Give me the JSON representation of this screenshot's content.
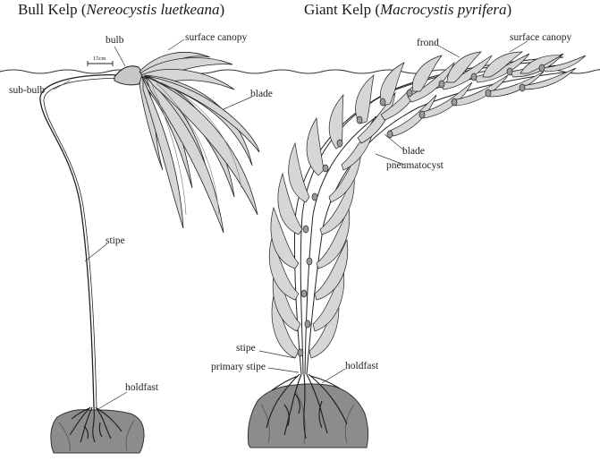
{
  "titles": {
    "bull": {
      "common": "Bull Kelp",
      "open": "(",
      "latin": "Nereocystis luetkeana",
      "close": ")"
    },
    "giant": {
      "common": "Giant Kelp",
      "open": "(",
      "latin": "Macrocystis pyrifera",
      "close": ")"
    }
  },
  "bull_labels": {
    "bulb": "bulb",
    "scale": "15cm",
    "sub_bulb": "sub-bulb",
    "surface_canopy": "surface canopy",
    "blade": "blade",
    "stipe": "stipe",
    "holdfast": "holdfast"
  },
  "giant_labels": {
    "frond": "frond",
    "surface_canopy": "surface canopy",
    "blade": "blade",
    "pneumatocyst": "pneumatocyst",
    "stipe": "stipe",
    "primary_stipe": "primary stipe",
    "holdfast": "holdfast"
  },
  "colors": {
    "ink": "#222222",
    "blade_fill": "#d6d6d6",
    "blade_dark": "#9a9a9a",
    "rock_fill": "#8c8c8c"
  }
}
